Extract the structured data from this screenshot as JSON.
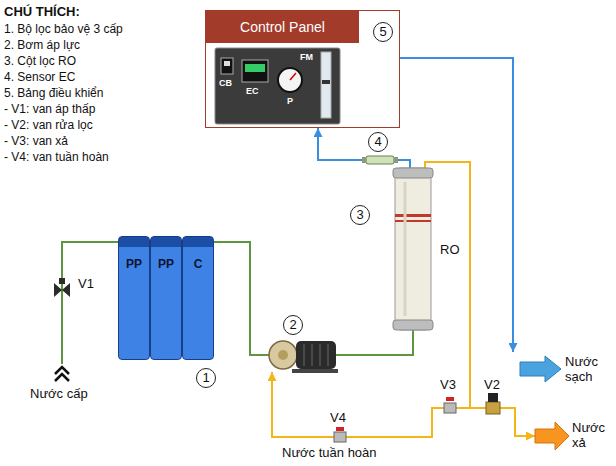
{
  "diagram": {
    "nodes": [
      {
        "text": [
          "Control Panel"
        ]
      },
      {
        "text": [
          "PP"
        ]
      },
      {
        "text": [
          "PP"
        ]
      },
      {
        "text": [
          "C"
        ]
      },
      {
        "text": [
          "RO"
        ]
      },
      {
        "text": [
          "Nước sạch"
        ]
      },
      {
        "text": [
          "Nước xả"
        ]
      }
    ],
    "edges": [
      {
        "from": 3,
        "to": 4,
        "arrow": "none"
      },
      {
        "from": 4,
        "to": 0,
        "arrow": "to"
      },
      {
        "from": 0,
        "to": 5,
        "arrow": "to"
      },
      {
        "from": 4,
        "to": 6,
        "arrow": "to"
      }
    ],
    "labels": [
      "CHÚ THÍCH:",
      "1. Bộ lọc bảo vệ 3 cấp",
      "2. Bơm áp lực",
      "3. Cột lọc RO",
      "4. Sensor EC",
      "5. Bảng điều khiển",
      "- V1: van áp thấp",
      "- V2: van rửa lọc",
      "- V3: van xả",
      "- V4: van tuần hoàn",
      "5",
      "CB",
      "EC",
      "P",
      "FM",
      "4",
      "3",
      "V1",
      "1",
      "2",
      "V3",
      "V2",
      "V4",
      "Nước cấp",
      "Nước tuần hoàn"
    ]
  }
}
